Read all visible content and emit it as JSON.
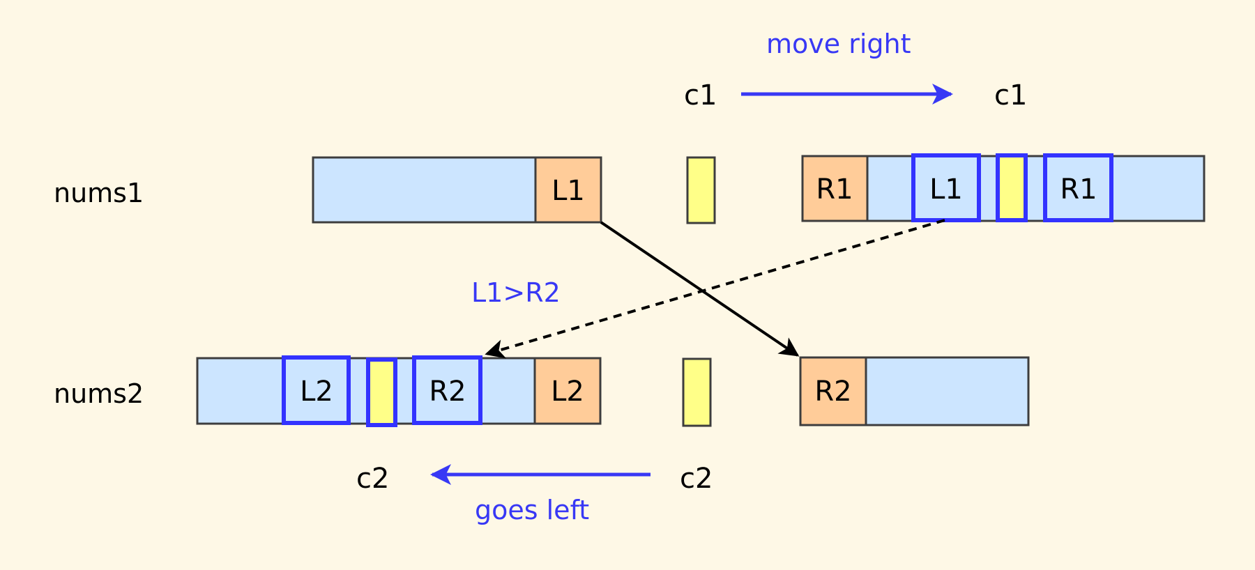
{
  "diagram": {
    "title": "Binary search partition on two arrays",
    "colors": {
      "background": "#fef8e6",
      "array_fill": "#cce5ff",
      "boundary_fill": "#ffcc99",
      "cut_fill": "#ffff88",
      "highlight": "#3333ff",
      "annotation": "#3838f5"
    },
    "rows": {
      "nums1": "nums1",
      "nums2": "nums2"
    },
    "cursors": {
      "c1_before": "c1",
      "c1_after": "c1",
      "c2_before": "c2",
      "c2_after": "c2"
    },
    "annotations": {
      "move_right": "move right",
      "goes_left": "goes left",
      "condition": "L1>R2"
    },
    "cells": {
      "nums1_left_L1": "L1",
      "nums1_right_R1": "R1",
      "nums1_new_L1": "L1",
      "nums1_new_R1": "R1",
      "nums2_new_L2": "L2",
      "nums2_new_R2": "R2",
      "nums2_left_L2": "L2",
      "nums2_right_R2": "R2"
    },
    "arrows": [
      {
        "from": "c1",
        "to": "c1",
        "label": "move right",
        "style": "solid-blue"
      },
      {
        "from": "c2",
        "to": "c2",
        "label": "goes left",
        "style": "solid-blue"
      },
      {
        "from": "L1",
        "to": "R2",
        "label": "",
        "style": "solid-black"
      },
      {
        "from": "new L1",
        "to": "new R2",
        "label": "L1>R2",
        "style": "dashed-black"
      }
    ]
  }
}
